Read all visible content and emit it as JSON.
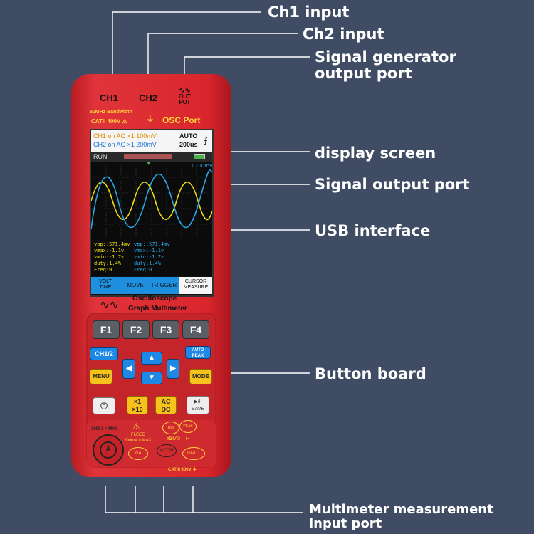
{
  "labels": {
    "ch1_input": "Ch1 input",
    "ch2_input": "Ch2 input",
    "signal_generator_line1": "Signal generator",
    "signal_generator_line2": "output port",
    "display_screen": "display screen",
    "signal_output_port": "Signal output port",
    "usb_interface": "USB interface",
    "button_board": "Button board",
    "multimeter_line1": "Multimeter measurement",
    "multimeter_line2": "input port"
  },
  "device": {
    "ch1": "CH1",
    "ch2": "CH2",
    "out_line1": "OUT",
    "out_line2": "PUT",
    "bandwidth": "50MHz Bandwidth",
    "catii": "CATII 400V",
    "osc_port": "OSC Port",
    "brand_line1": "Oscilloscope",
    "brand_line2": "Graph Multimeter",
    "screen": {
      "ch1_line": "CH1 on AC ×1  100mV",
      "ch2_line": "CH2 on AC ×1  200mV",
      "auto": "AUTO",
      "timebase": "200us",
      "run": "RUN",
      "trigger_level": "T:100mV",
      "meas_left": [
        "vpp::571.4mv",
        "vmax:-1.1v",
        "vmin:-1.7v",
        "duty:1.4%",
        "Freq:0"
      ],
      "meas_right": [
        "vpp::571.4mv",
        "vmax:-1.1v",
        "vmin:-1.7v",
        "duty:1.4%",
        "Freq:0"
      ],
      "tabs": [
        "VOLT TIME",
        "MOVE",
        "TRIGGER",
        "CURSOR MEASURE"
      ]
    },
    "buttons": {
      "f1": "F1",
      "f2": "F2",
      "f3": "F3",
      "f4": "F4",
      "ch12": "CH1/2",
      "auto_peak_1": "AUTO",
      "auto_peak_2": "PEAK",
      "menu": "MENU",
      "mode": "MODE",
      "x1": "×1",
      "x10": "×10",
      "ac": "AC",
      "dc": "DC",
      "play": "▶/II",
      "save": "SAVE"
    },
    "ports": {
      "amps_max": "2000A = MAX",
      "fused": "FUSED",
      "fused_max": "200mA = MAX",
      "true_rms": "True RMS",
      "peak": "PEAK",
      "ma": "A",
      "com": "COM",
      "input": "INPUT",
      "catiii": "CATIII 600V"
    }
  },
  "colors": {
    "background": "#3f4c63",
    "body_red": "#d9262c",
    "ch1_yellow": "#f1e012",
    "ch2_blue": "#2aa7e6",
    "label_white": "#ffffff"
  }
}
